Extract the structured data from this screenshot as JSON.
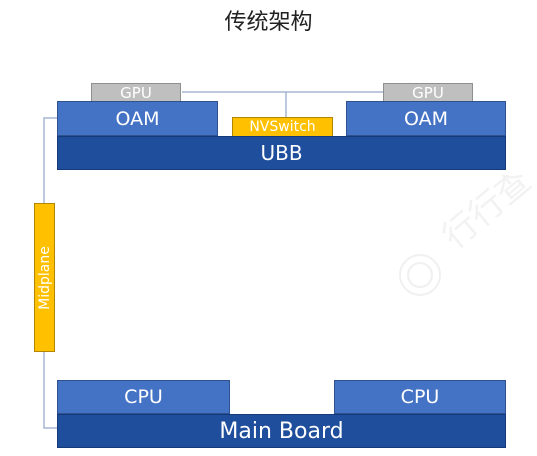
{
  "title": "传统架构",
  "gpu_left": "GPU",
  "gpu_right": "GPU",
  "oam_left": "OAM",
  "oam_right": "OAM",
  "nvswitch": "NVSwitch",
  "ubb": "UBB",
  "midplane": "Midplane",
  "cpu_left": "CPU",
  "cpu_right": "CPU",
  "main_board": "Main Board",
  "colors": {
    "oam": "#4472c4",
    "ubb": "#1f4e9c",
    "gpu": "#bfbfbf",
    "nvswitch": "#ffc000",
    "midplane": "#ffc000",
    "connector": "#a6b6d4"
  },
  "watermark_text": "行行查"
}
